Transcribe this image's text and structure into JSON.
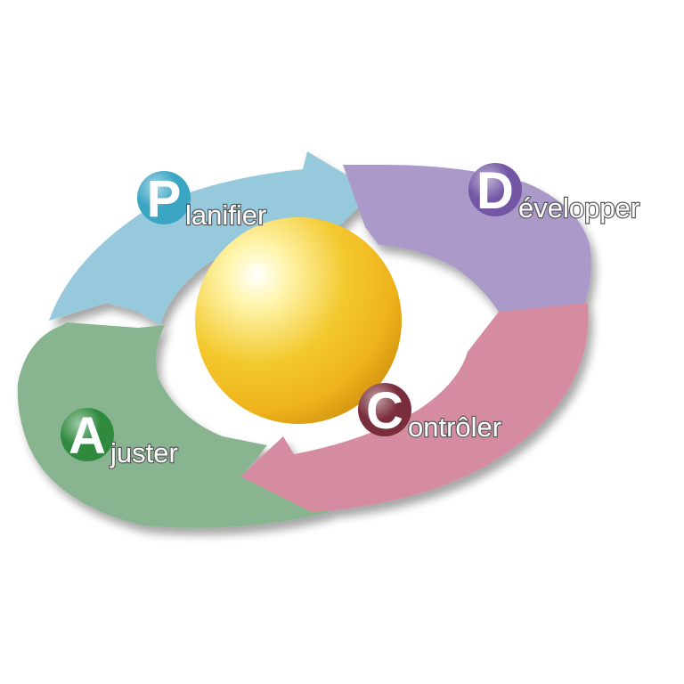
{
  "steps": [
    {
      "id": "plan",
      "initial": "P",
      "rest": "lanifier",
      "color": "#3ba5c4",
      "segment": "#97c9dd"
    },
    {
      "id": "do",
      "initial": "D",
      "rest": "évelopper",
      "color": "#7357a5",
      "segment": "#ab9ac9"
    },
    {
      "id": "check",
      "initial": "C",
      "rest": "ontrôler",
      "color": "#7a2e3d",
      "segment": "#d58ca0"
    },
    {
      "id": "act",
      "initial": "A",
      "rest": "juster",
      "color": "#2f8a3e",
      "segment": "#88b48f"
    }
  ],
  "center_color": "#f3c92e"
}
